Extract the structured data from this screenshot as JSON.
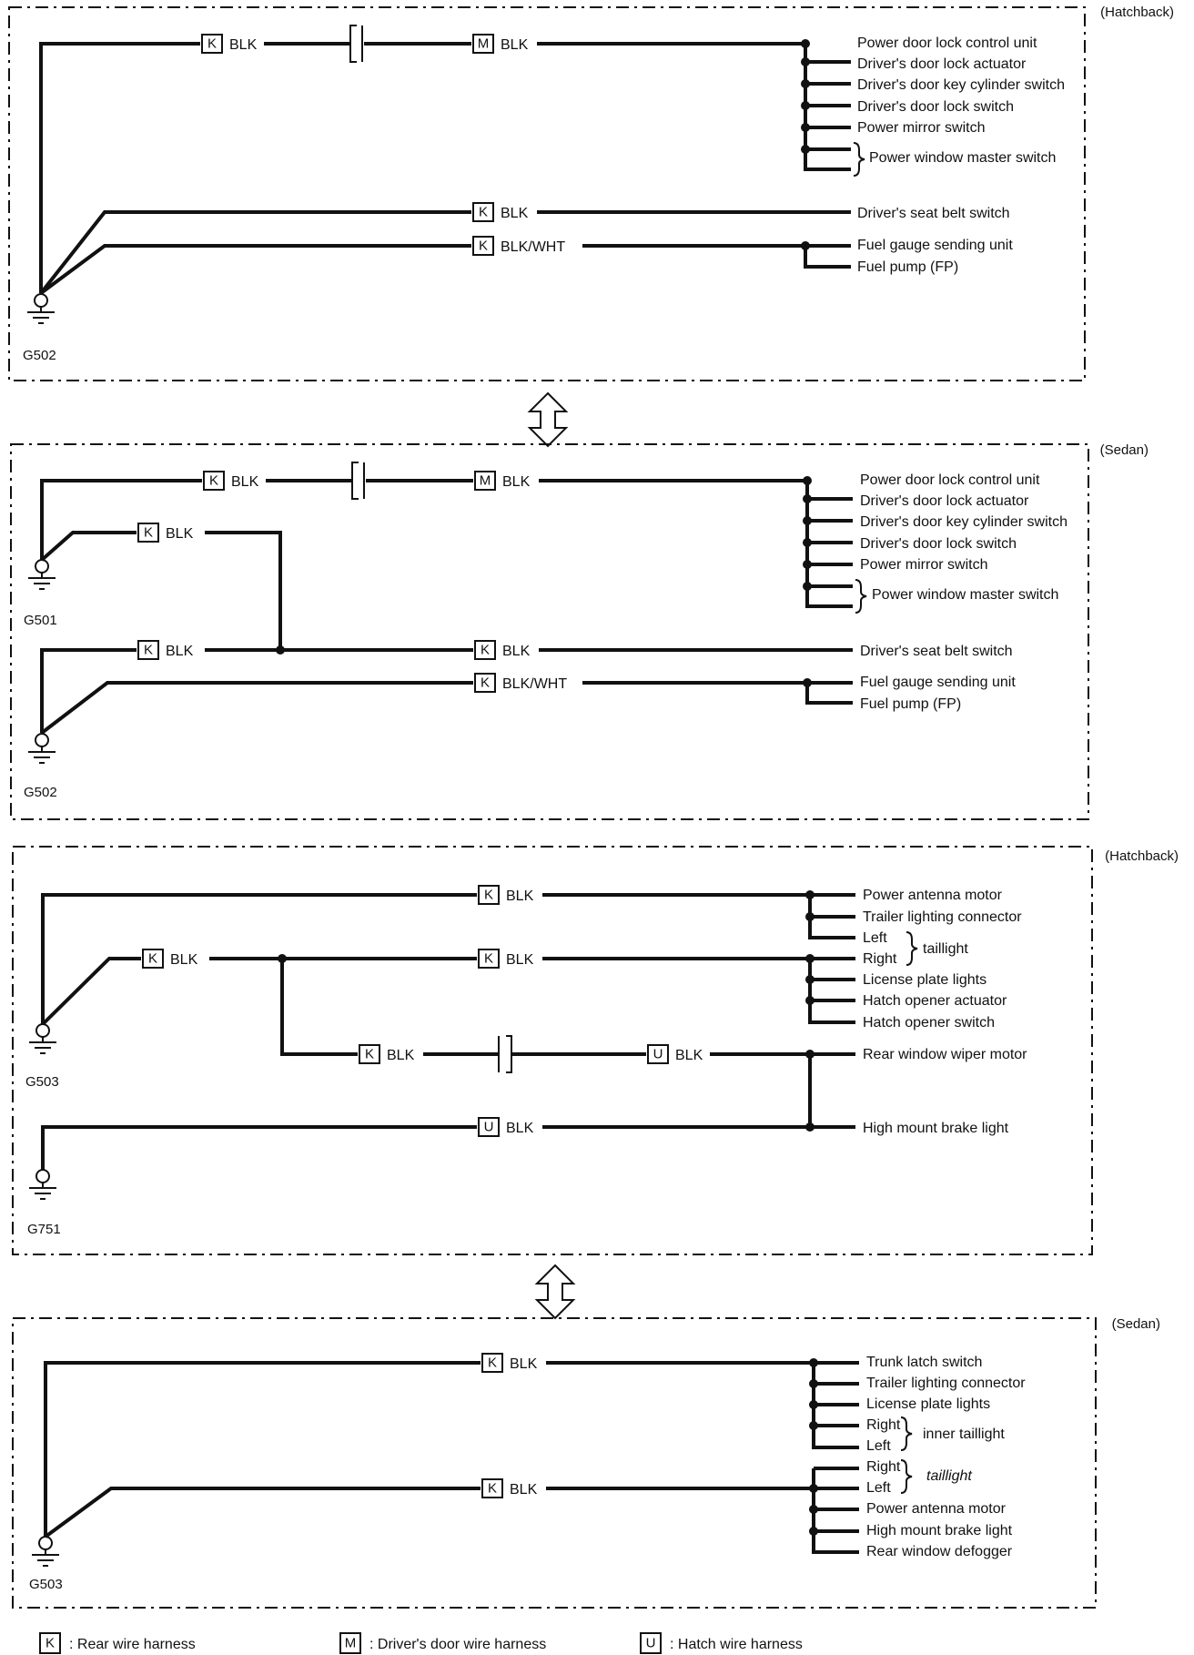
{
  "panels": [
    {
      "variant": "(Hatchback)",
      "grounds": [
        "G502"
      ],
      "wire_labels": [
        "BLK",
        "BLK",
        "BLK",
        "BLK/WHT"
      ],
      "harness_codes": [
        "K",
        "M",
        "K",
        "K"
      ],
      "components_top": [
        "Power door lock control unit",
        "Driver's door lock actuator",
        "Driver's door key cylinder switch",
        "Driver's door lock switch",
        "Power mirror switch",
        "Power window master switch"
      ],
      "components_mid": [
        "Driver's seat belt switch"
      ],
      "components_bottom": [
        "Fuel gauge sending unit",
        "Fuel pump (FP)"
      ]
    },
    {
      "variant": "(Sedan)",
      "grounds": [
        "G501",
        "G502"
      ],
      "wire_labels": [
        "BLK",
        "BLK",
        "BLK",
        "BLK",
        "BLK",
        "BLK/WHT"
      ],
      "harness_codes": [
        "K",
        "M",
        "K",
        "K",
        "K",
        "K"
      ],
      "components_top": [
        "Power door lock control unit",
        "Driver's door lock actuator",
        "Driver's door key cylinder switch",
        "Driver's door lock switch",
        "Power mirror switch",
        "Power window master switch"
      ],
      "components_mid": [
        "Driver's seat belt switch"
      ],
      "components_bottom": [
        "Fuel gauge sending unit",
        "Fuel pump (FP)"
      ]
    },
    {
      "variant": "(Hatchback)",
      "grounds": [
        "G503",
        "G751"
      ],
      "wire_labels": [
        "BLK",
        "BLK",
        "BLK",
        "BLK",
        "BLK",
        "BLK"
      ],
      "harness_codes": [
        "K",
        "K",
        "K",
        "K",
        "U",
        "U"
      ],
      "components": [
        "Power antenna motor",
        "Trailer lighting connector",
        "Left",
        "Right",
        "License plate lights",
        "Hatch opener actuator",
        "Hatch opener switch",
        "Rear window wiper motor",
        "High mount brake light"
      ],
      "group_labels": [
        "taillight"
      ]
    },
    {
      "variant": "(Sedan)",
      "grounds": [
        "G503"
      ],
      "wire_labels": [
        "BLK",
        "BLK"
      ],
      "harness_codes": [
        "K",
        "K"
      ],
      "components": [
        "Trunk latch switch",
        "Trailer lighting connector",
        "License plate lights",
        "Right",
        "Left",
        "Right",
        "Left",
        "Power antenna motor",
        "High mount brake light",
        "Rear window defogger"
      ],
      "group_labels": [
        "inner taillight",
        "taillight"
      ]
    }
  ],
  "legend": [
    {
      "code": "K",
      "label": ": Rear wire harness"
    },
    {
      "code": "M",
      "label": ": Driver's door wire harness"
    },
    {
      "code": "U",
      "label": ": Hatch wire harness"
    }
  ]
}
